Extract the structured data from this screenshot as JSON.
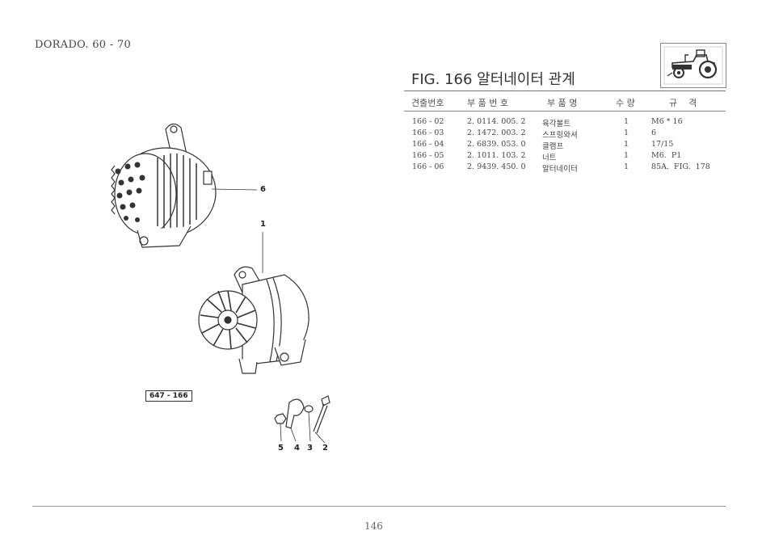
{
  "header": {
    "model": "DORADO. 60 - 70",
    "figure_title": "FIG. 166 알터네이터 관계"
  },
  "table": {
    "columns": [
      "견출번호",
      "부 품 번 호",
      "부 품 명",
      "수 량",
      "규    격"
    ],
    "rows": [
      [
        "166 - 02",
        "2. 0114. 005. 2",
        "육각볼트",
        "1",
        "M6 * 16"
      ],
      [
        "166 - 03",
        "2. 1472. 003. 2",
        "스프링와셔",
        "1",
        "6"
      ],
      [
        "166 - 04",
        "2. 6839. 053. 0",
        "클램프",
        "1",
        "17/15"
      ],
      [
        "166 - 05",
        "2. 1011. 103. 2",
        "너트",
        "1",
        "M6.  P1"
      ],
      [
        "166 - 06",
        "2. 9439. 450. 0",
        "알터네이터",
        "1",
        "85A.  FIG.  178"
      ]
    ]
  },
  "diagram": {
    "figure_ref": "647 - 166",
    "callouts": [
      "6",
      "1",
      "5",
      "4",
      "3",
      "2"
    ]
  },
  "page_number": "146",
  "icons": {
    "tractor": "tractor-icon"
  }
}
